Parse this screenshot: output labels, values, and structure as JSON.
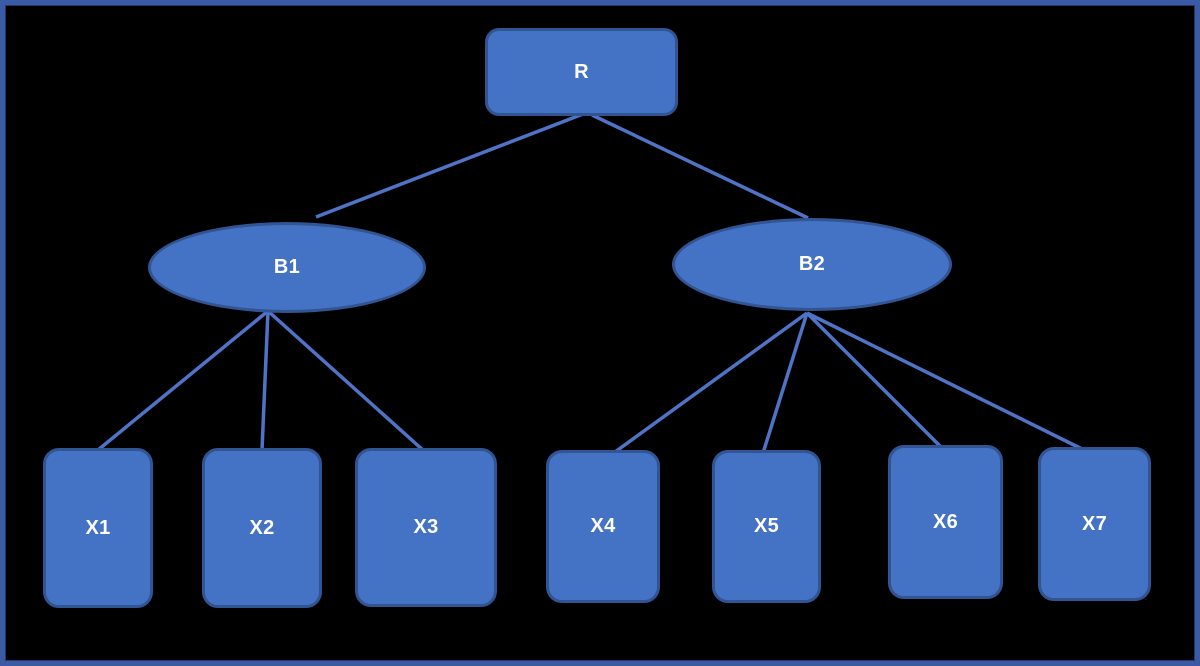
{
  "diagram": {
    "type": "tree",
    "root": {
      "id": "R",
      "label": "R",
      "shape": "rounded-rect"
    },
    "branches": [
      {
        "id": "B1",
        "label": "B1",
        "shape": "ellipse"
      },
      {
        "id": "B2",
        "label": "B2",
        "shape": "ellipse"
      }
    ],
    "leaves": [
      {
        "id": "X1",
        "label": "X1",
        "shape": "rounded-rect"
      },
      {
        "id": "X2",
        "label": "X2",
        "shape": "rounded-rect"
      },
      {
        "id": "X3",
        "label": "X3",
        "shape": "rounded-rect"
      },
      {
        "id": "X4",
        "label": "X4",
        "shape": "rounded-rect"
      },
      {
        "id": "X5",
        "label": "X5",
        "shape": "rounded-rect"
      },
      {
        "id": "X6",
        "label": "X6",
        "shape": "rounded-rect"
      },
      {
        "id": "X7",
        "label": "X7",
        "shape": "rounded-rect"
      }
    ],
    "edges": [
      {
        "from": "R",
        "to": "B1"
      },
      {
        "from": "R",
        "to": "B2"
      },
      {
        "from": "B1",
        "to": "X1"
      },
      {
        "from": "B1",
        "to": "X2"
      },
      {
        "from": "B1",
        "to": "X3"
      },
      {
        "from": "B2",
        "to": "X4"
      },
      {
        "from": "B2",
        "to": "X5"
      },
      {
        "from": "B2",
        "to": "X6"
      },
      {
        "from": "B2",
        "to": "X7"
      }
    ],
    "colors": {
      "background": "#000000",
      "frame": "#3a5aa6",
      "node_fill": "#4472c4",
      "node_border": "#315492",
      "connector": "#4f74c7",
      "label_text": "#ffffff"
    }
  }
}
